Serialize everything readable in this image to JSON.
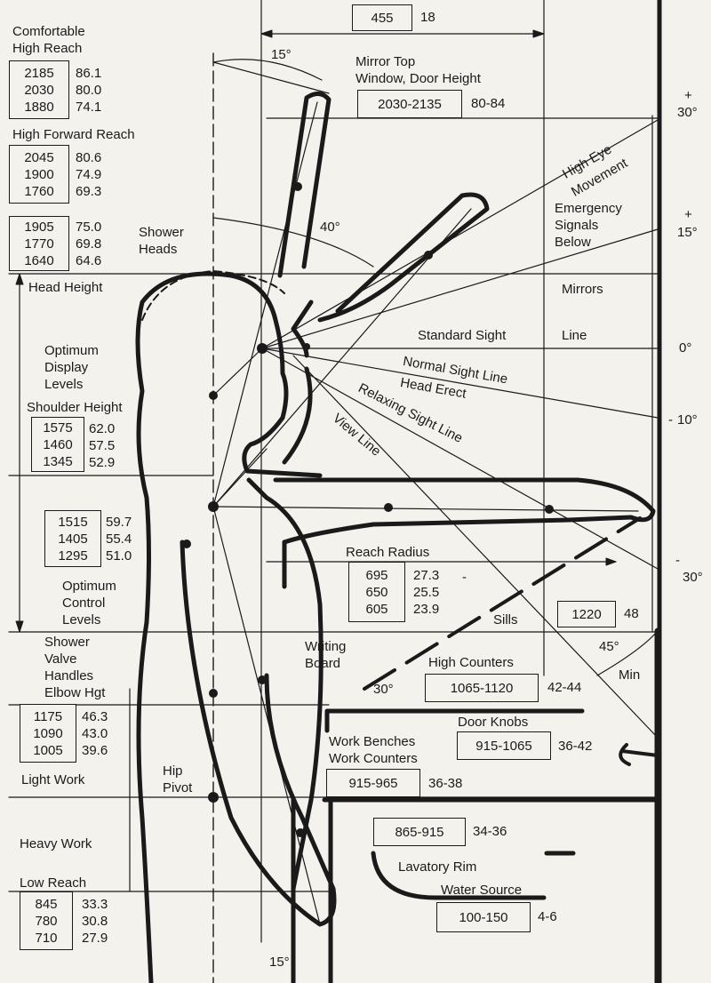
{
  "groups": {
    "comfortable_high_reach": {
      "label": "Comfortable\nHigh Reach",
      "mm": [
        "2185",
        "2030",
        "1880"
      ],
      "in": [
        "86.1",
        "80.0",
        "74.1"
      ]
    },
    "high_forward_reach": {
      "label": "High Forward Reach",
      "mm": [
        "2045",
        "1900",
        "1760"
      ],
      "in": [
        "80.6",
        "74.9",
        "69.3"
      ]
    },
    "head_height": {
      "label": "Head Height",
      "mm": [
        "1905",
        "1770",
        "1640"
      ],
      "in": [
        "75.0",
        "69.8",
        "64.6"
      ]
    },
    "shoulder_height": {
      "label": "Shoulder Height",
      "mm": [
        "1575",
        "1460",
        "1345"
      ],
      "in": [
        "62.0",
        "57.5",
        "52.9"
      ]
    },
    "optimum_control": {
      "mm": [
        "1515",
        "1405",
        "1295"
      ],
      "in": [
        "59.7",
        "55.4",
        "51.0"
      ]
    },
    "elbow_height": {
      "mm": [
        "1175",
        "1090",
        "1005"
      ],
      "in": [
        "46.3",
        "43.0",
        "39.6"
      ]
    },
    "low_reach": {
      "label": "Low Reach",
      "mm": [
        "845",
        "780",
        "710"
      ],
      "in": [
        "33.3",
        "30.8",
        "27.9"
      ]
    },
    "reach_radius": {
      "label": "Reach Radius",
      "mm": [
        "695",
        "650",
        "605"
      ],
      "in": [
        "27.3",
        "25.5",
        "23.9"
      ],
      "dash": "-"
    }
  },
  "labels": {
    "shower_heads": "Shower\nHeads",
    "optimum_display": "Optimum\nDisplay\nLevels",
    "optimum_control": "Optimum\nControl\nLevels",
    "shower_valve": "Shower\nValve\nHandles\nElbow Hgt",
    "light_work": "Light Work",
    "heavy_work": "Heavy Work",
    "hip_pivot": "Hip\nPivot",
    "mirror_top": "Mirror Top\nWindow, Door Height",
    "high_eye": "High Eye",
    "movement": "Movement",
    "emergency": "Emergency\nSignals\nBelow",
    "mirrors": "Mirrors",
    "standard_sight": "Standard Sight",
    "line": "Line",
    "normal_sight": "Normal Sight Line",
    "head_erect": "Head Erect",
    "relaxing_sight": "Relaxing Sight Line",
    "view_line": "View Line",
    "sills": "Sills",
    "writing_board": "Writing\nBoard",
    "high_counters": "High Counters",
    "door_knobs": "Door Knobs",
    "work_benches": "Work Benches\nWork Counters",
    "lavatory_rim": "Lavatory Rim",
    "water_source": "Water Source",
    "min": "Min"
  },
  "angles": {
    "top": "15°",
    "arm": "40°",
    "bottom": "15°",
    "writing": "30°",
    "deg45": "45°",
    "p30": "30°",
    "p15": "15°",
    "zero": "0°",
    "m10": "10°",
    "m30": "30°",
    "plus": "+",
    "minus": "-"
  },
  "dims": {
    "top": {
      "mm": "455",
      "in": "18"
    },
    "mirror": {
      "mm": "2030-2135",
      "in": "80-84"
    },
    "sills": {
      "mm": "1220",
      "in": "48"
    },
    "high_counters": {
      "mm": "1065-1120",
      "in": "42-44"
    },
    "door_knobs": {
      "mm": "915-1065",
      "in": "36-42"
    },
    "work_benches": {
      "mm": "915-965",
      "in": "36-38"
    },
    "lavatory": {
      "mm": "865-915",
      "in": "34-36"
    },
    "water": {
      "mm": "100-150",
      "in": "4-6"
    }
  }
}
